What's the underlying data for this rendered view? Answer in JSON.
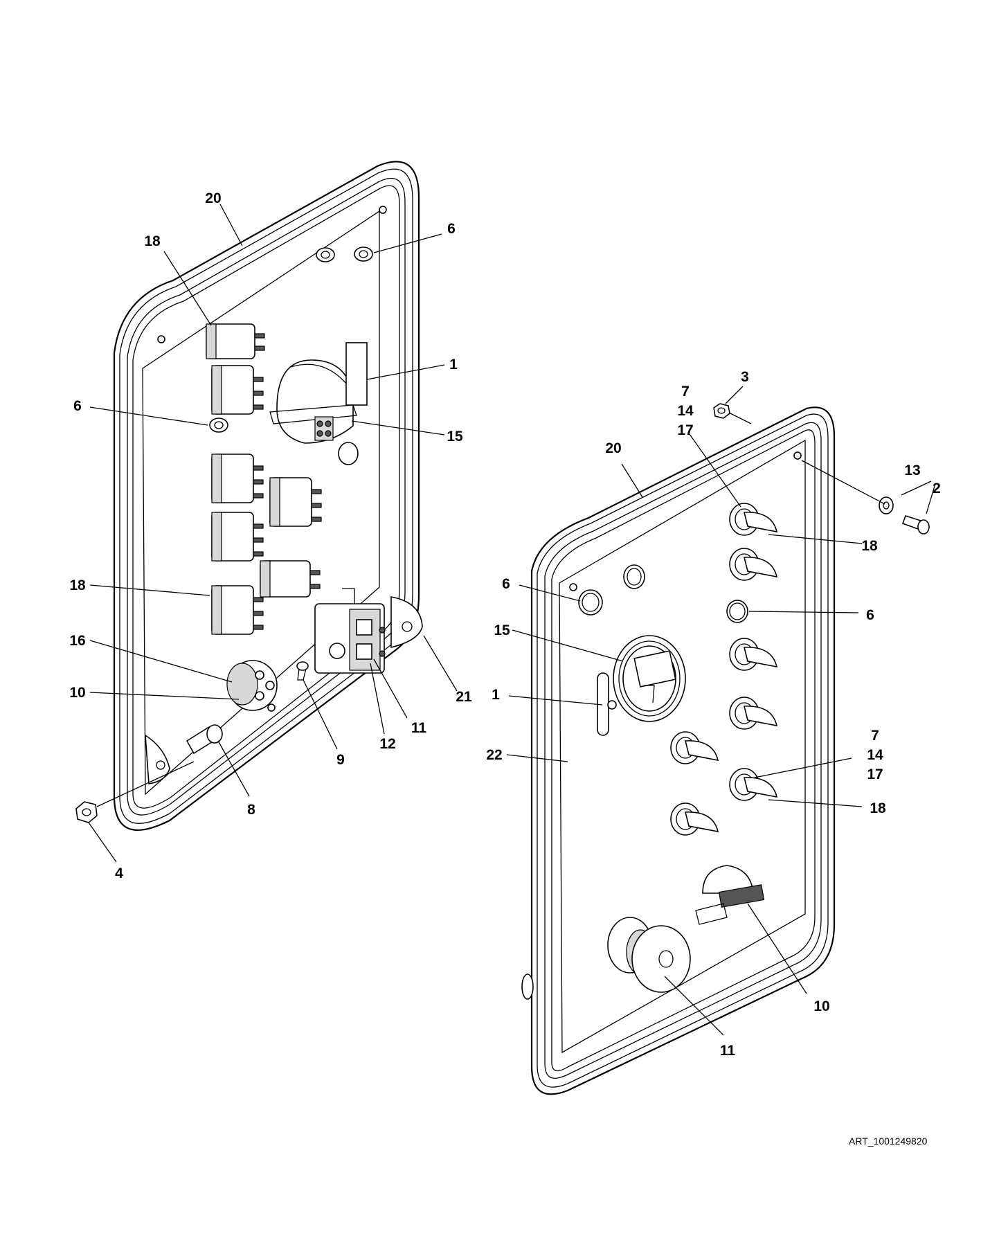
{
  "art_id": "ART_1001249820",
  "left_panel": {
    "callouts": [
      "20",
      "18",
      "6",
      "1",
      "6",
      "15",
      "18",
      "16",
      "10",
      "9",
      "12",
      "11",
      "21",
      "8",
      "4"
    ]
  },
  "right_panel": {
    "callouts": [
      "3",
      "7",
      "14",
      "17",
      "20",
      "13",
      "2",
      "18",
      "6",
      "6",
      "15",
      "1",
      "22",
      "7",
      "14",
      "17",
      "18",
      "10",
      "11"
    ]
  }
}
